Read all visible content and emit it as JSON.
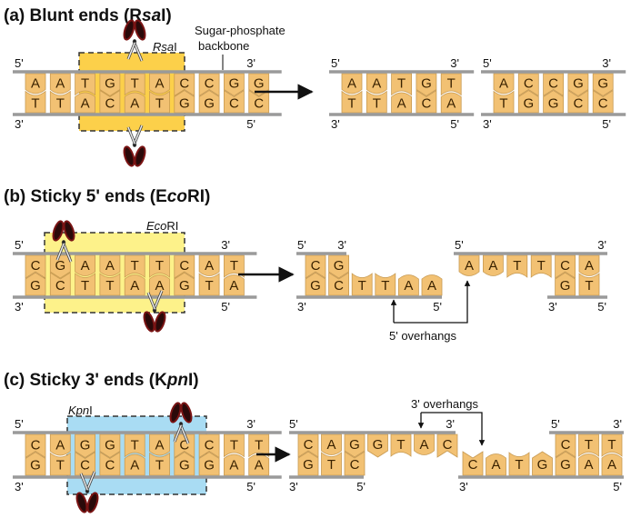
{
  "colors": {
    "base_fill": "#f2c173",
    "base_stroke": "#c79a52",
    "backbone": "#9a9a9a",
    "site_blunt": "#fcd04a",
    "site_sticky5": "#fdf28a",
    "site_sticky3": "#a9dcf3",
    "scissors": "#7a1414",
    "text": "#111111"
  },
  "panels": [
    {
      "id": "a",
      "title_prefix": "(a) Blunt ends (R",
      "title_italic": "sa",
      "title_suffix": "I)",
      "enzyme_italic": "Rsa",
      "enzyme_suffix": "I",
      "annotation": [
        "Sugar-phosphate",
        "backbone"
      ],
      "before": {
        "top": "AATGTACCGG",
        "bottom": "TTACATGGCC",
        "site_start": 2,
        "site_end": 6,
        "cut_top_after": 4,
        "cut_bottom_after": 4
      },
      "after": [
        {
          "top": "AATGT",
          "bottom": "TTACA",
          "end_labels": [
            "5'",
            "3'",
            "3'",
            "5'"
          ]
        },
        {
          "top": "ACCGG",
          "bottom": "TGGCC",
          "end_labels": [
            "5'",
            "3'",
            "3'",
            "5'"
          ]
        }
      ],
      "overhang_label": ""
    },
    {
      "id": "b",
      "title_prefix": "(b) Sticky 5' ends (E",
      "title_italic": "co",
      "title_suffix": "RI)",
      "enzyme_italic": "Eco",
      "enzyme_suffix": "RI",
      "before": {
        "top": "CGAATTCAT",
        "bottom": "GCTTAAGTA",
        "site_start": 1,
        "site_end": 6,
        "cut_top_after": 1,
        "cut_bottom_after": 5
      },
      "after": [
        {
          "top": "CG",
          "bottom": "GCTTAA",
          "end_labels": [
            "5'",
            "3'",
            "3'",
            "5'"
          ]
        },
        {
          "top": "AATTCA",
          "bottom": "GT",
          "end_labels": [
            "5'",
            "3'",
            "3'",
            "5'"
          ]
        }
      ],
      "overhang_label": "5' overhangs"
    },
    {
      "id": "c",
      "title_prefix": "(c) Sticky 3' ends (K",
      "title_italic": "pn",
      "title_suffix": "I)",
      "enzyme_italic": "Kpn",
      "enzyme_suffix": "I",
      "before": {
        "top": "CAGGTACCTT",
        "bottom": "GTCCATGGAA",
        "site_start": 2,
        "site_end": 7,
        "cut_top_after": 6,
        "cut_bottom_after": 2
      },
      "after": [
        {
          "top": "CAGGTAC",
          "bottom": "GTC",
          "end_labels": [
            "5'",
            "3'",
            "3'",
            "5'"
          ]
        },
        {
          "top": "CTT",
          "bottom": "CATGGAA",
          "end_labels": [
            "5'",
            "3'",
            "3'",
            "5'"
          ]
        }
      ],
      "overhang_label": "3' overhangs"
    }
  ],
  "end_labels": {
    "five": "5'",
    "three": "3'"
  }
}
